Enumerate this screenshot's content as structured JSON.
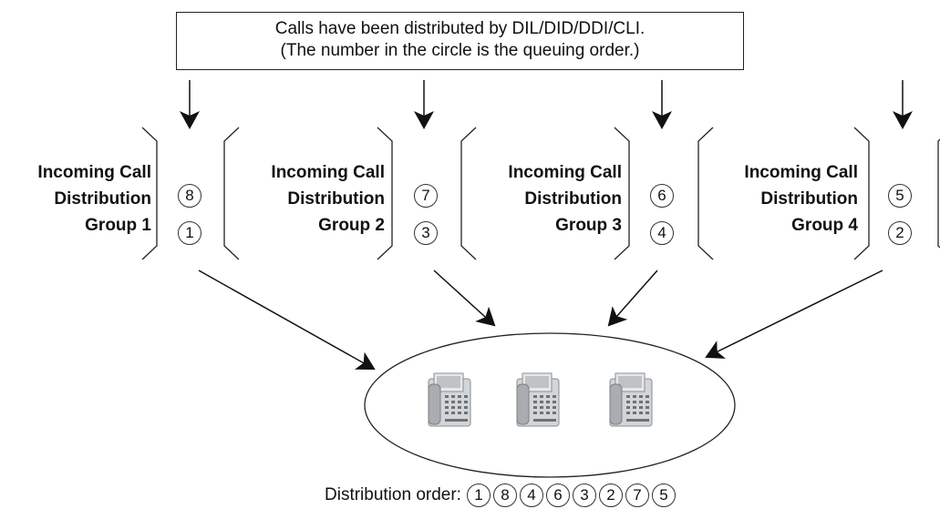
{
  "banner": {
    "line1": "Calls have been distributed by DIL/DID/DDI/CLI.",
    "line2": "(The number in the circle is the queuing order.)"
  },
  "groups": [
    {
      "label_line1": "Incoming Call",
      "label_line2": "Distribution",
      "label_line3": "Group 1",
      "queue": [
        "8",
        "1"
      ]
    },
    {
      "label_line1": "Incoming Call",
      "label_line2": "Distribution",
      "label_line3": "Group 2",
      "queue": [
        "7",
        "3"
      ]
    },
    {
      "label_line1": "Incoming Call",
      "label_line2": "Distribution",
      "label_line3": "Group 3",
      "queue": [
        "6",
        "4"
      ]
    },
    {
      "label_line1": "Incoming Call",
      "label_line2": "Distribution",
      "label_line3": "Group 4",
      "queue": [
        "5",
        "2"
      ]
    }
  ],
  "phones": [
    {
      "icon": "desk-phone-icon"
    },
    {
      "icon": "desk-phone-icon"
    },
    {
      "icon": "desk-phone-icon"
    }
  ],
  "distribution": {
    "label": "Distribution order:",
    "order": [
      "1",
      "8",
      "4",
      "6",
      "3",
      "2",
      "7",
      "5"
    ]
  },
  "colors": {
    "line": "#111111",
    "phone_body": "#c9ccce",
    "phone_dark": "#7c8084"
  }
}
